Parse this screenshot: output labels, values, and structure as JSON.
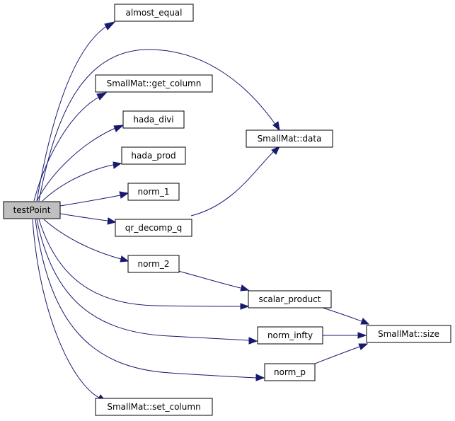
{
  "nodes": {
    "testPoint": "testPoint",
    "almost_equal": "almost_equal",
    "get_column": "SmallMat::get_column",
    "hada_divi": "hada_divi",
    "hada_prod": "hada_prod",
    "norm_1": "norm_1",
    "qr_decomp_q": "qr_decomp_q",
    "norm_2": "norm_2",
    "scalar_product": "scalar_product",
    "norm_infty": "norm_infty",
    "norm_p": "norm_p",
    "set_column": "SmallMat::set_column",
    "data": "SmallMat::data",
    "size": "SmallMat::size"
  },
  "colors": {
    "edge": "#191970",
    "root_fill": "#bfbfbf",
    "node_fill": "#ffffff",
    "node_border": "#000000"
  }
}
